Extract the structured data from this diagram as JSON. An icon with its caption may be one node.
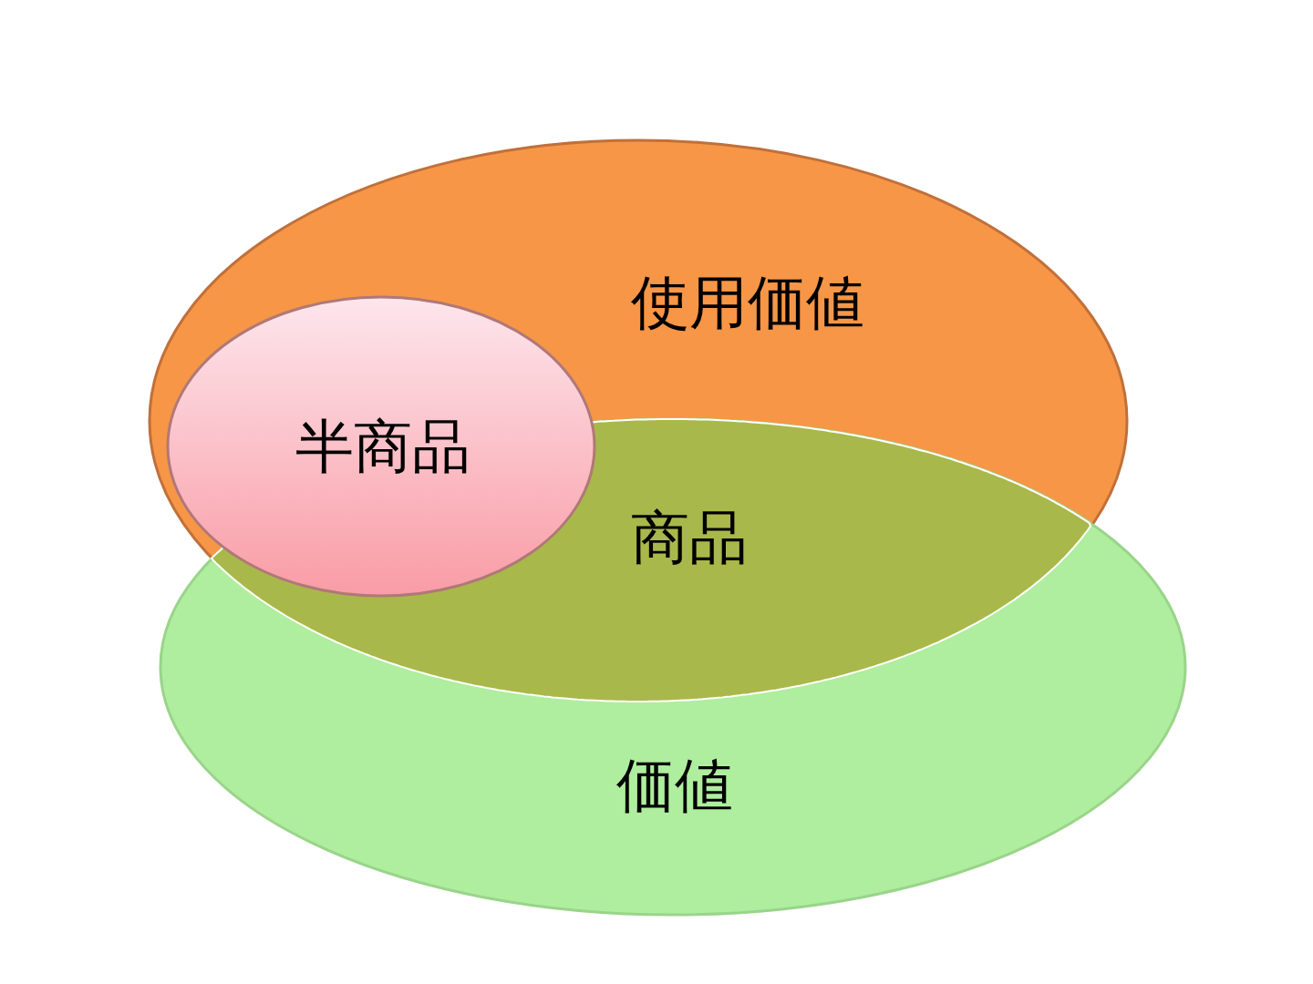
{
  "diagram": {
    "nodes": [
      {
        "text": [
          "使用価値"
        ]
      },
      {
        "text": [
          "価値"
        ]
      },
      {
        "text": [
          "商品"
        ]
      },
      {
        "text": [
          "半商品"
        ],
        "in": 0
      }
    ]
  }
}
